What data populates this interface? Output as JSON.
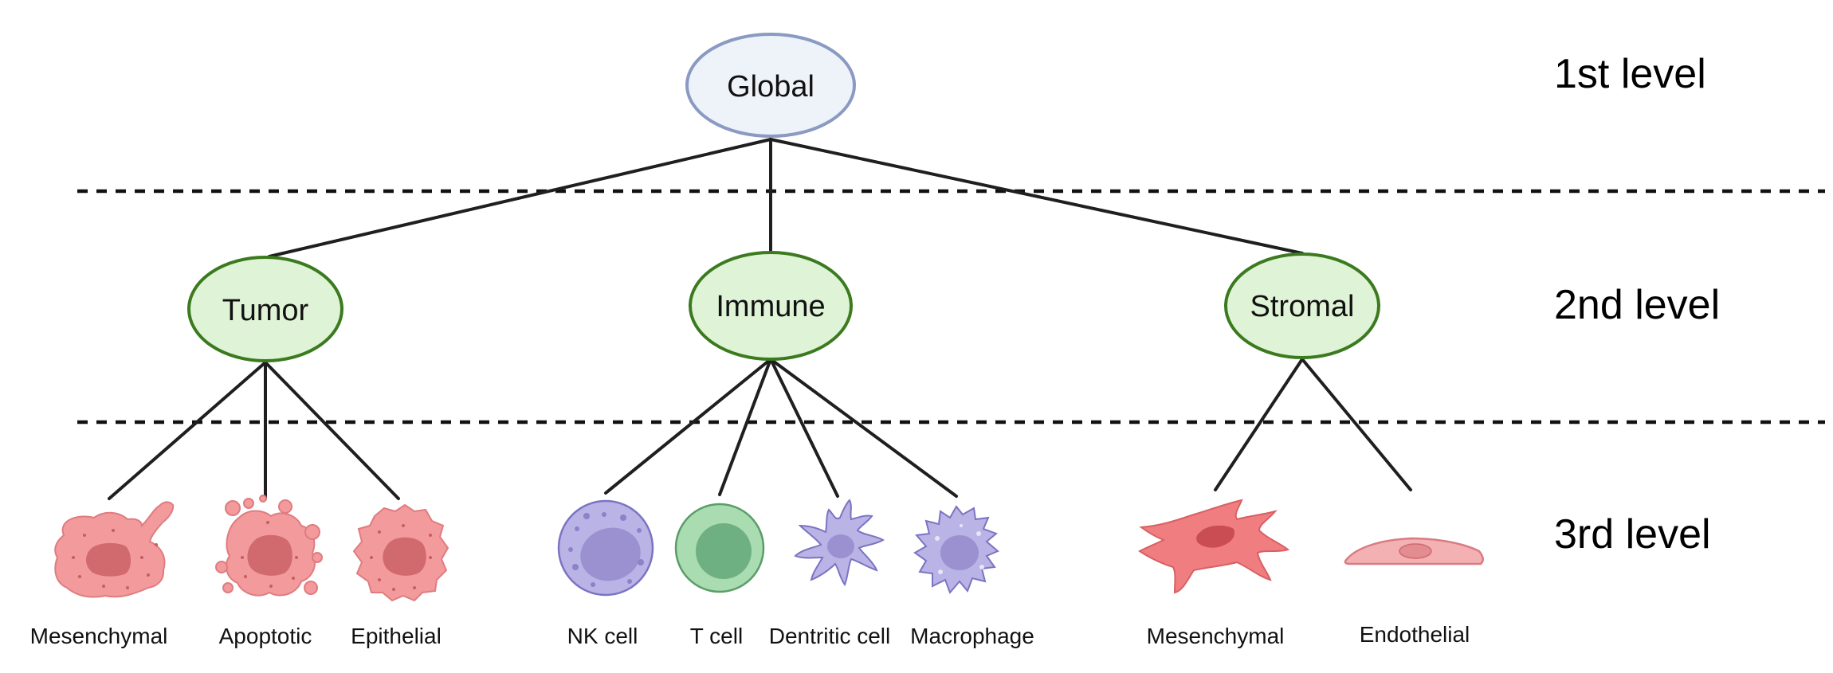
{
  "levels": {
    "level1": "1st level",
    "level2": "2nd level",
    "level3": "3rd level"
  },
  "root": {
    "label": "Global"
  },
  "groups": {
    "tumor": {
      "label": "Tumor"
    },
    "immune": {
      "label": "Immune"
    },
    "stromal": {
      "label": "Stromal"
    }
  },
  "cells": {
    "tumor_mesenchymal": "Mesenchymal",
    "apoptotic": "Apoptotic",
    "epithelial": "Epithelial",
    "nk_cell": "NK cell",
    "t_cell": "T cell",
    "dendritic_cell": "Dentritic cell",
    "macrophage": "Macrophage",
    "stromal_mesenchymal": "Mesenchymal",
    "endothelial": "Endothelial"
  },
  "colors": {
    "root_fill": "#eef3fa",
    "root_stroke": "#8a9ac2",
    "group_fill": "#dff3d6",
    "group_stroke": "#3b7a1e",
    "tumor_cell": "#f29a9c",
    "tumor_nucleus": "#d06a6e",
    "nk_fill": "#b9b3e6",
    "t_fill": "#a9dcb1",
    "t_nucleus": "#6fb083",
    "dendritic_fill": "#b9b3e6",
    "stromal_cell": "#f07d7f",
    "endothelial_fill": "#f3b1b3"
  }
}
